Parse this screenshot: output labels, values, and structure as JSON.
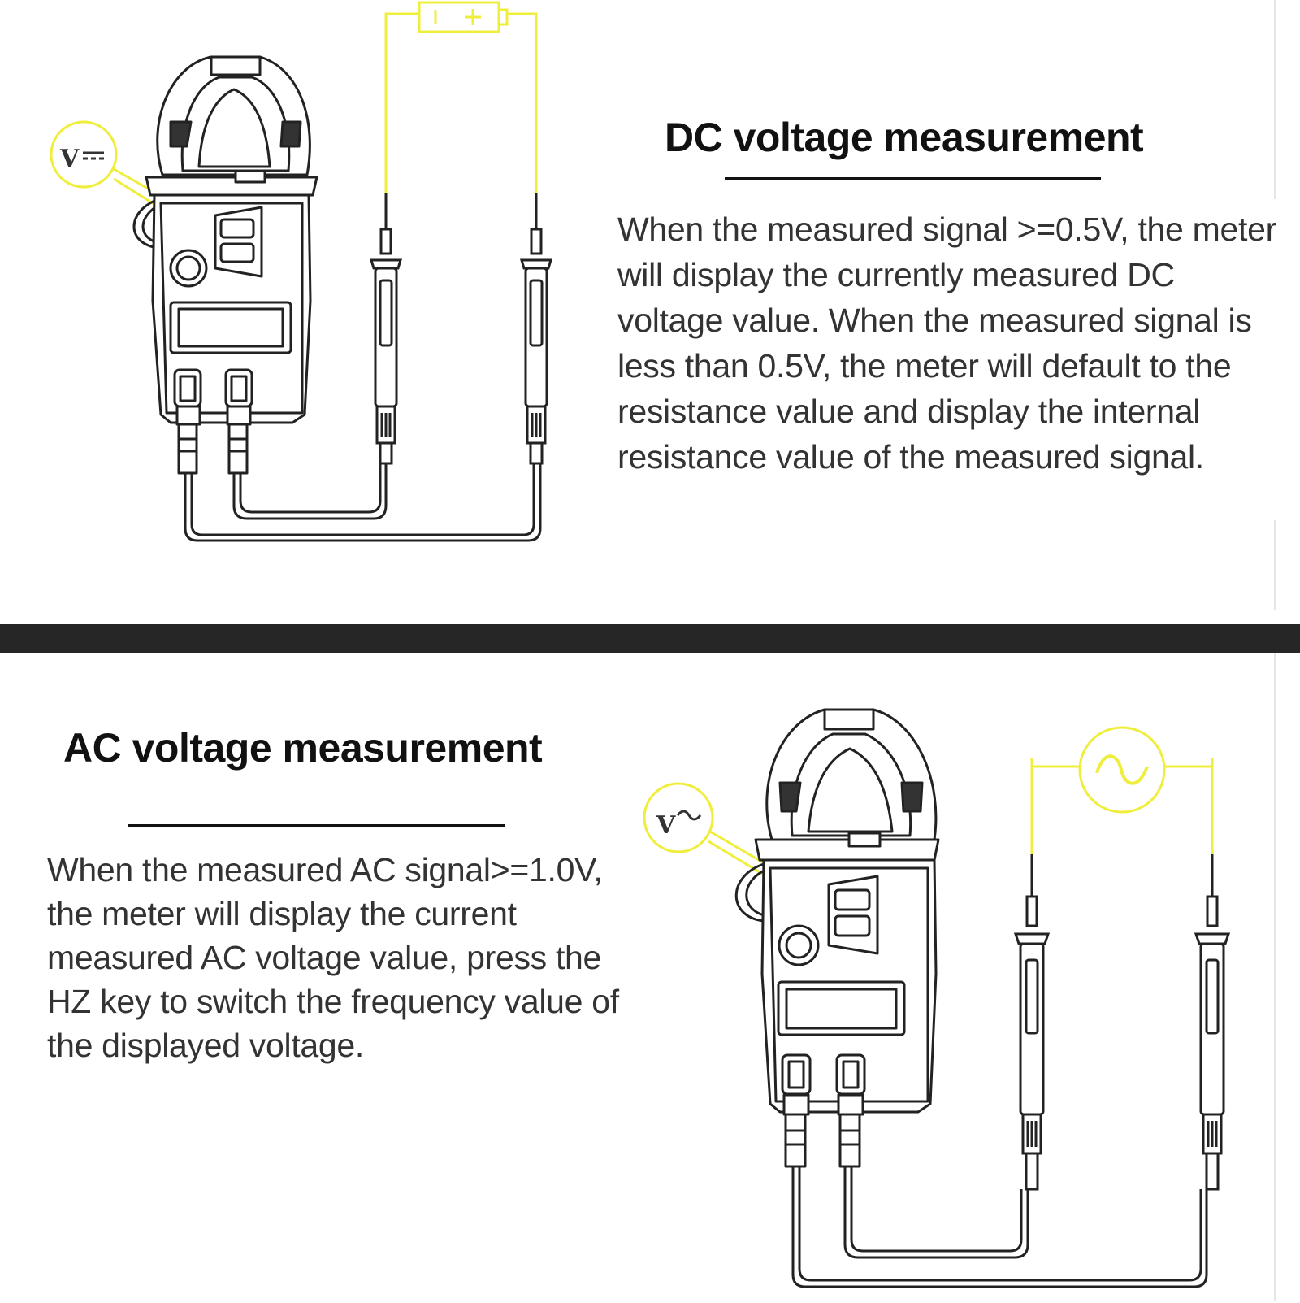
{
  "dc_section": {
    "title": "DC voltage measurement",
    "description": "When the measured signal >=0.5V, the meter will display the currently measured DC voltage value. When the measured signal is less than 0.5V, the meter will default to the resistance value and display the internal resistance value of the measured signal.",
    "mode_symbol": "V",
    "source_icon": "battery-icon",
    "source_polarity": "I +",
    "colors": {
      "wire": "#f0ee3c",
      "line": "#222222"
    }
  },
  "ac_section": {
    "title": "AC voltage measurement",
    "description": "When the measured AC signal>=1.0V, the meter will display the current measured AC voltage value, press the HZ key to switch the frequency value of the displayed voltage.",
    "mode_symbol": "V",
    "source_icon": "ac-source-icon",
    "colors": {
      "wire": "#f0ee3c",
      "line": "#222222"
    }
  }
}
